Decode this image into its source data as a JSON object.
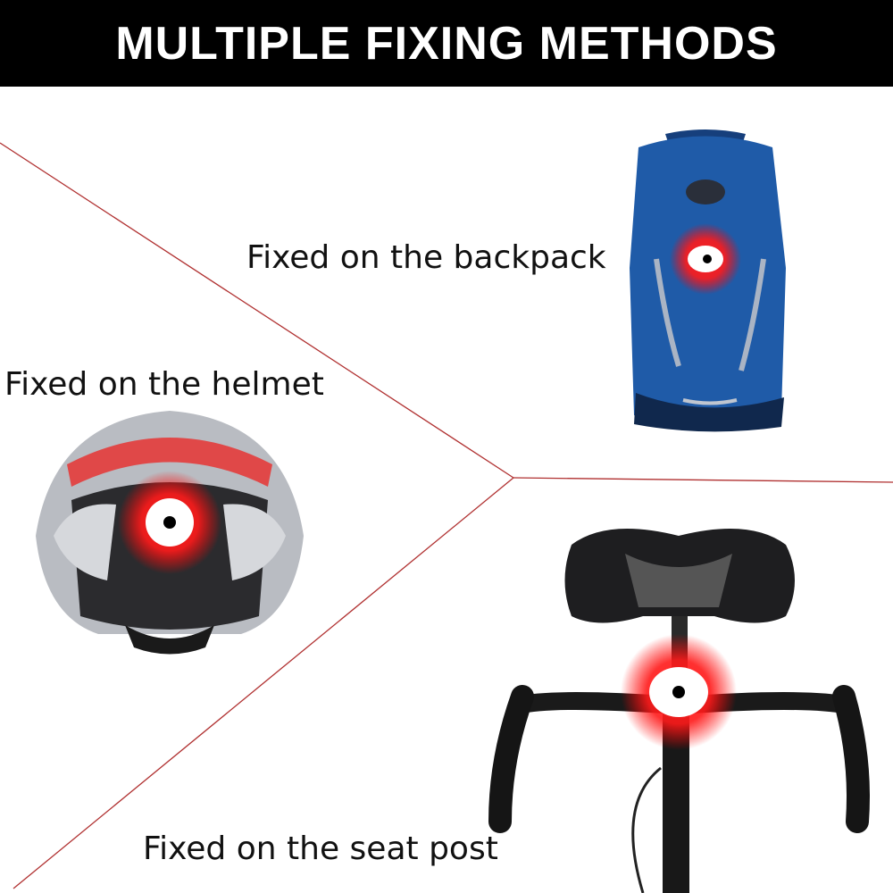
{
  "banner": {
    "title": "MULTIPLE FIXING METHODS"
  },
  "labels": {
    "backpack": "Fixed on the backpack",
    "helmet": "Fixed on the helmet",
    "seat_post": "Fixed on the seat post"
  },
  "colors": {
    "banner_bg": "#000000",
    "divider": "#b03030",
    "light": "#ff1a1a",
    "backpack": "#1f5ba8"
  }
}
